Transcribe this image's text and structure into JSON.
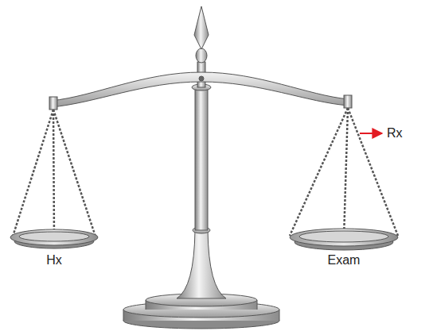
{
  "diagram": {
    "labels": [
      "Hx",
      "Exam",
      "Rx"
    ]
  }
}
